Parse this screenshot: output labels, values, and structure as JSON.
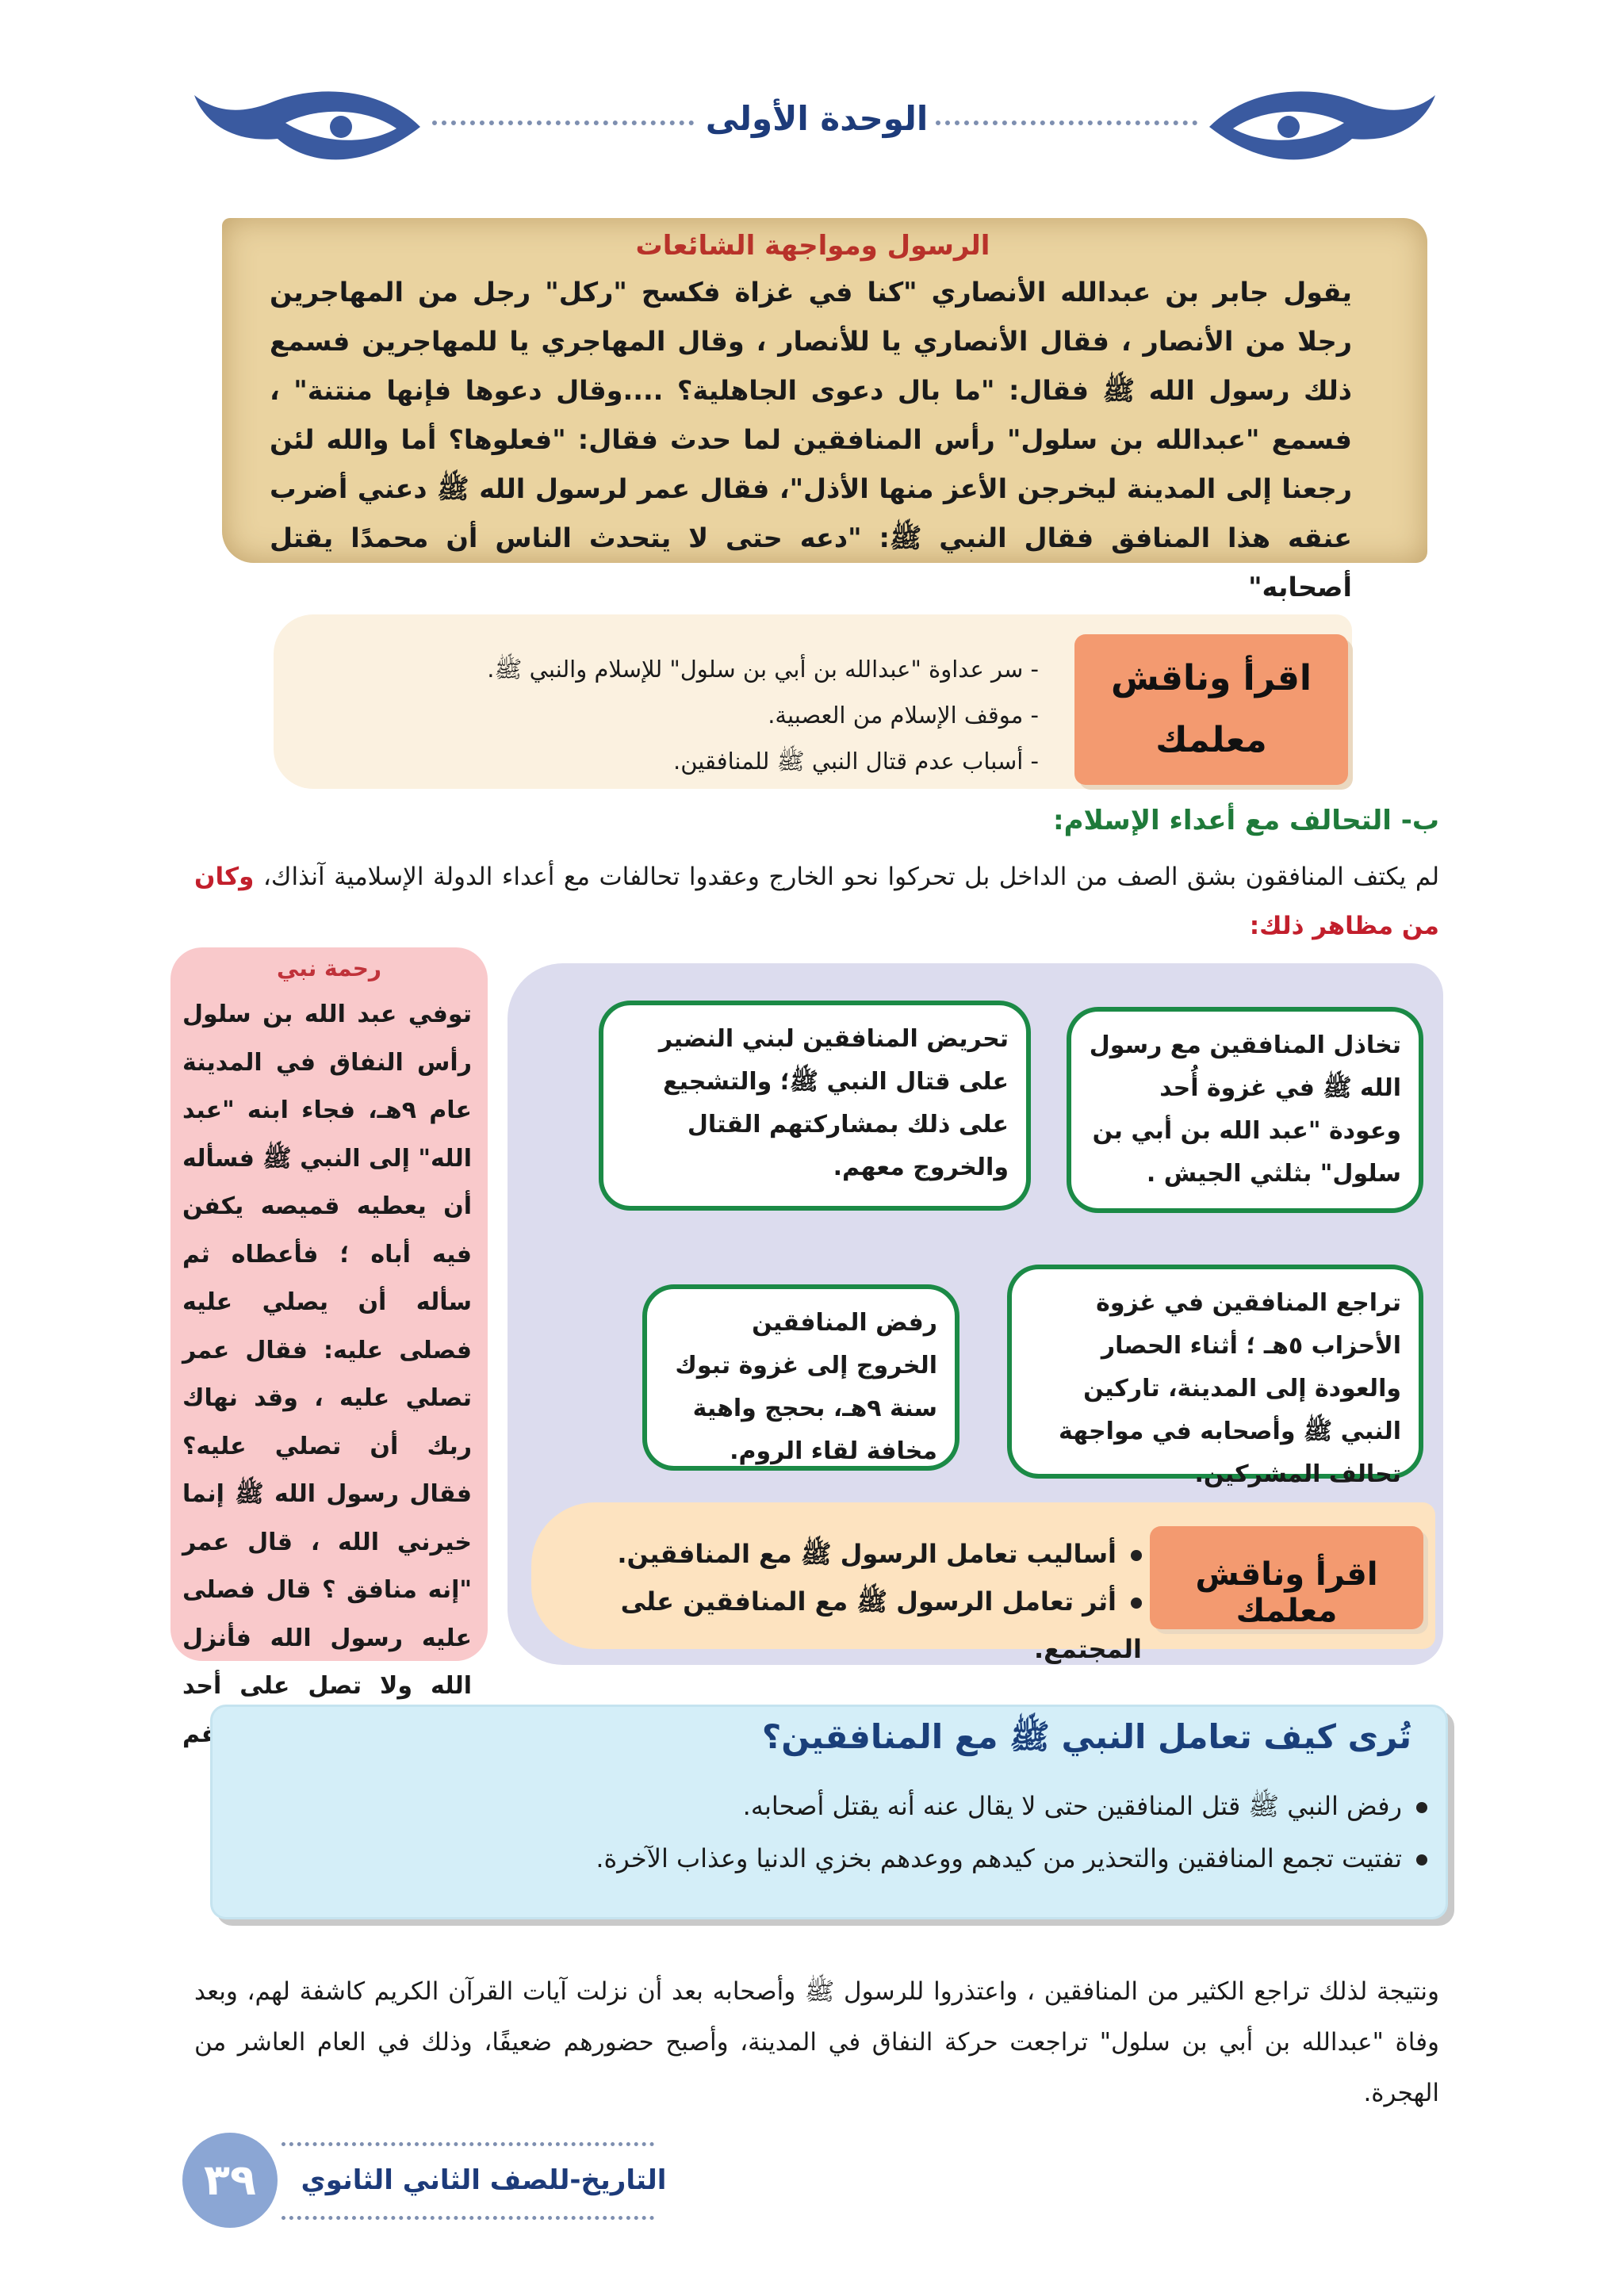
{
  "header": {
    "unit_title": "الوحدة الأولى"
  },
  "story": {
    "title": "الرسول ومواجهة الشائعات",
    "text": "يقول جابر بن عبدالله الأنصاري \"كنا في غزاة فكسح \"ركل\" رجل من المهاجرين رجلا من الأنصار ، فقال الأنصاري يا للأنصار ، وقال المهاجري يا للمهاجرين فسمع ذلك رسول الله ﷺ فقال: \"ما بال دعوى الجاهلية؟ ....وقال دعوها فإنها منتنة\" ، فسمع \"عبدالله بن سلول\" رأس المنافقين لما حدث فقال: \"فعلوها؟ أما والله لئن رجعنا إلى المدينة ليخرجن الأعز منها الأذل\"، فقال عمر لرسول الله ﷺ دعني أضرب عنقه هذا المنافق فقال النبي ﷺ: \"دعه حتى لا يتحدث الناس أن محمدًا يقتل أصحابه\""
  },
  "discuss1": {
    "label_line1": "اقرأ وناقش",
    "label_line2": "معلمك",
    "items": [
      "- سر عداوة \"عبدالله بن أبي بن سلول\" للإسلام والنبي ﷺ.",
      "- موقف الإسلام من العصبية.",
      "- أسباب عدم قتال النبي ﷺ للمنافقين."
    ]
  },
  "section_b": {
    "title": "ب- التحالف مع أعداء الإسلام:",
    "paragraph": "لم يكتف المنافقون بشق الصف من الداخل بل تحركوا نحو الخارج وعقدوا تحالفات مع أعداء الدولة الإسلامية آنذاك،",
    "highlight": "وكان من مظاهر ذلك:"
  },
  "manifestations": [
    "تخاذل المنافقين مع رسول الله ﷺ في غزوة أُحد وعودة \"عبد الله بن أبي بن سلول\" بثلثي الجيش .",
    "تحريض المنافقين لبني النضير على قتال النبي ﷺ؛ والتشجيع على ذلك بمشاركتهم القتال والخروج معهم.",
    "تراجع المنافقين في غزوة الأحزاب ٥هـ ؛ أثناء الحصار والعودة إلى المدينة، تاركين النبي ﷺ وأصحابه في مواجهة تحالف المشركين.",
    "رفض المنافقين الخروج إلى غزوة تبوك سنة ٩هـ، بحجج واهية مخافة لقاء الروم."
  ],
  "discuss2": {
    "label": "اقرأ وناقش معلمك",
    "items": [
      "أساليب تعامل الرسول ﷺ مع المنافقين.",
      "أثر تعامل الرسول ﷺ مع المنافقين على المجتمع."
    ]
  },
  "sidebar": {
    "title": "رحمة نبي",
    "text": "توفي عبد الله بن سلول رأس النفاق في المدينة عام ٩هـ، فجاء ابنه \"عبد الله\" إلى النبي ﷺ فسأله أن يعطيه قميصه يكفن فيه أباه ؛ فأعطاه ثم سأله أن يصلي عليه فصلى عليه: فقال عمر تصلي عليه ، وقد نهاك ربك أن تصلي عليه؟ فقال رسول الله ﷺ إنما خيرني الله ، قال عمر \"إنه منافق ؟ قال فصلى عليه رسول الله فأنزل الله ولا تصل على أحد منهم مات أبدًا ولا تقم على قبره﴾"
  },
  "question_box": {
    "title": "تُرى كيف تعامل النبي ﷺ مع المنافقين؟",
    "items": [
      "رفض النبي ﷺ قتل المنافقين حتى لا يقال عنه أنه يقتل أصحابه.",
      "تفتيت تجمع المنافقين والتحذير من كيدهم ووعدهم بخزي الدنيا وعذاب الآخرة."
    ]
  },
  "conclusion": "ونتيجة لذلك تراجع الكثير من المنافقين ، واعتذروا للرسول ﷺ وأصحابه بعد أن نزلت آيات القرآن الكريم كاشفة لهم، وبعد وفاة \"عبدالله بن أبي بن سلول\" تراجعت حركة النفاق في المدينة، وأصبح حضورهم ضعيفًا، وذلك في العام العاشر من الهجرة.",
  "footer": {
    "book_title": "التاريخ-للصف الثاني الثانوي",
    "page_number": "٣٩"
  }
}
